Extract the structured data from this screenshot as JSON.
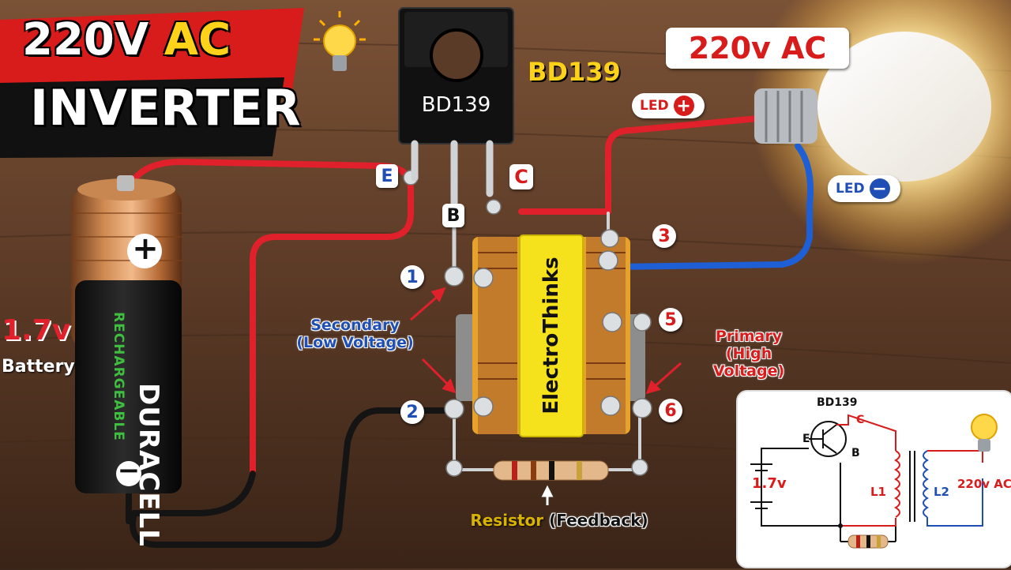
{
  "title": {
    "line1_a": "220V",
    "line1_b": "AC",
    "line2": "INVERTER"
  },
  "transistor": {
    "body_text": "BD139",
    "side_label": "BD139",
    "pins": {
      "e": "E",
      "b": "B",
      "c": "C"
    }
  },
  "bulb_label": "220v AC",
  "led_plus": {
    "text": "LED",
    "sign": "+"
  },
  "led_minus": {
    "text": "LED",
    "sign": "−"
  },
  "battery": {
    "brand": "DURACELL",
    "sub": "RECHARGEABLE",
    "plus": "+",
    "minus": "−",
    "voltage": "1.7v",
    "caption": "Battery"
  },
  "transformer": {
    "brand": "ElectroThinks",
    "pins": [
      "1",
      "2",
      "3",
      "5",
      "6"
    ]
  },
  "labels": {
    "secondary_1": "Secondary",
    "secondary_2": "(Low Voltage)",
    "primary_1": "Primary",
    "primary_2": "(High Voltage)",
    "resistor_word": "Resistor",
    "resistor_note": "(Feedback)"
  },
  "schematic": {
    "transistor": "BD139",
    "e": "E",
    "b": "B",
    "c": "C",
    "battery": "1.7v",
    "l1": "L1",
    "l2": "L2",
    "output": "220v AC"
  },
  "colors": {
    "red_wire": "#e0202a",
    "blue_wire": "#1f5fd6",
    "black_wire": "#141414",
    "accent_yellow": "#ffd21a",
    "title_red": "#d81b1b"
  }
}
